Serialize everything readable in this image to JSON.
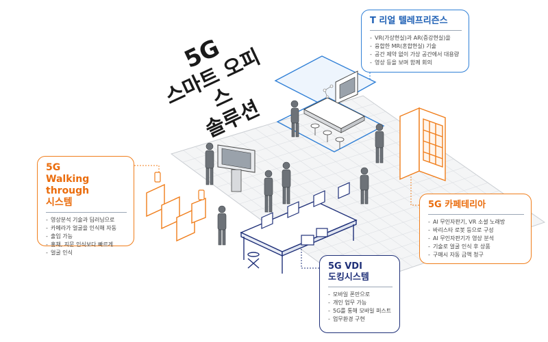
{
  "title": {
    "line1": "5G",
    "line2": "스마트 오피스",
    "line3": "솔루션"
  },
  "callouts": {
    "telepresence": {
      "title": "T 리얼 텔레프리즌스",
      "items": [
        "VR(가상현실)과 AR(증강현실)을",
        "융합한 MR(혼합현실) 기술",
        "공간 제약 없이 가상 공간에서 대용량",
        "영상 등을 보며 함께 회의"
      ]
    },
    "walking": {
      "title_line1": "5G",
      "title_line2": "Walking through",
      "title_line3": "시스템",
      "items": [
        "영상분석 기술과 딥러닝으로",
        "카메라가 얼굴을 인식해 자동",
        "출입 가능",
        "홍채, 지문 인식보다 빠르게",
        "얼굴 인식"
      ]
    },
    "cafeteria": {
      "title": "5G 카페테리아",
      "items": [
        "AI 무인자판기, VR 소셜 노래방",
        "바리스타 로봇 등으로 구성",
        "AI 무인자판기가 영상 분석",
        "기술로 얼굴 인식 후 상품",
        "구매시 자동 금액 청구"
      ]
    },
    "vdi": {
      "title_line1": "5G VDI",
      "title_line2": "도킹시스템",
      "items": [
        "모바일 폰만으로",
        "개인 업무 가능",
        "5G를 통해 모바일 퍼스트",
        "업무환경 구현"
      ]
    }
  },
  "colors": {
    "blue": "#2f7fd6",
    "orange": "#f07d1a",
    "navy": "#1e2f78",
    "grid": "#cfd3d8"
  }
}
